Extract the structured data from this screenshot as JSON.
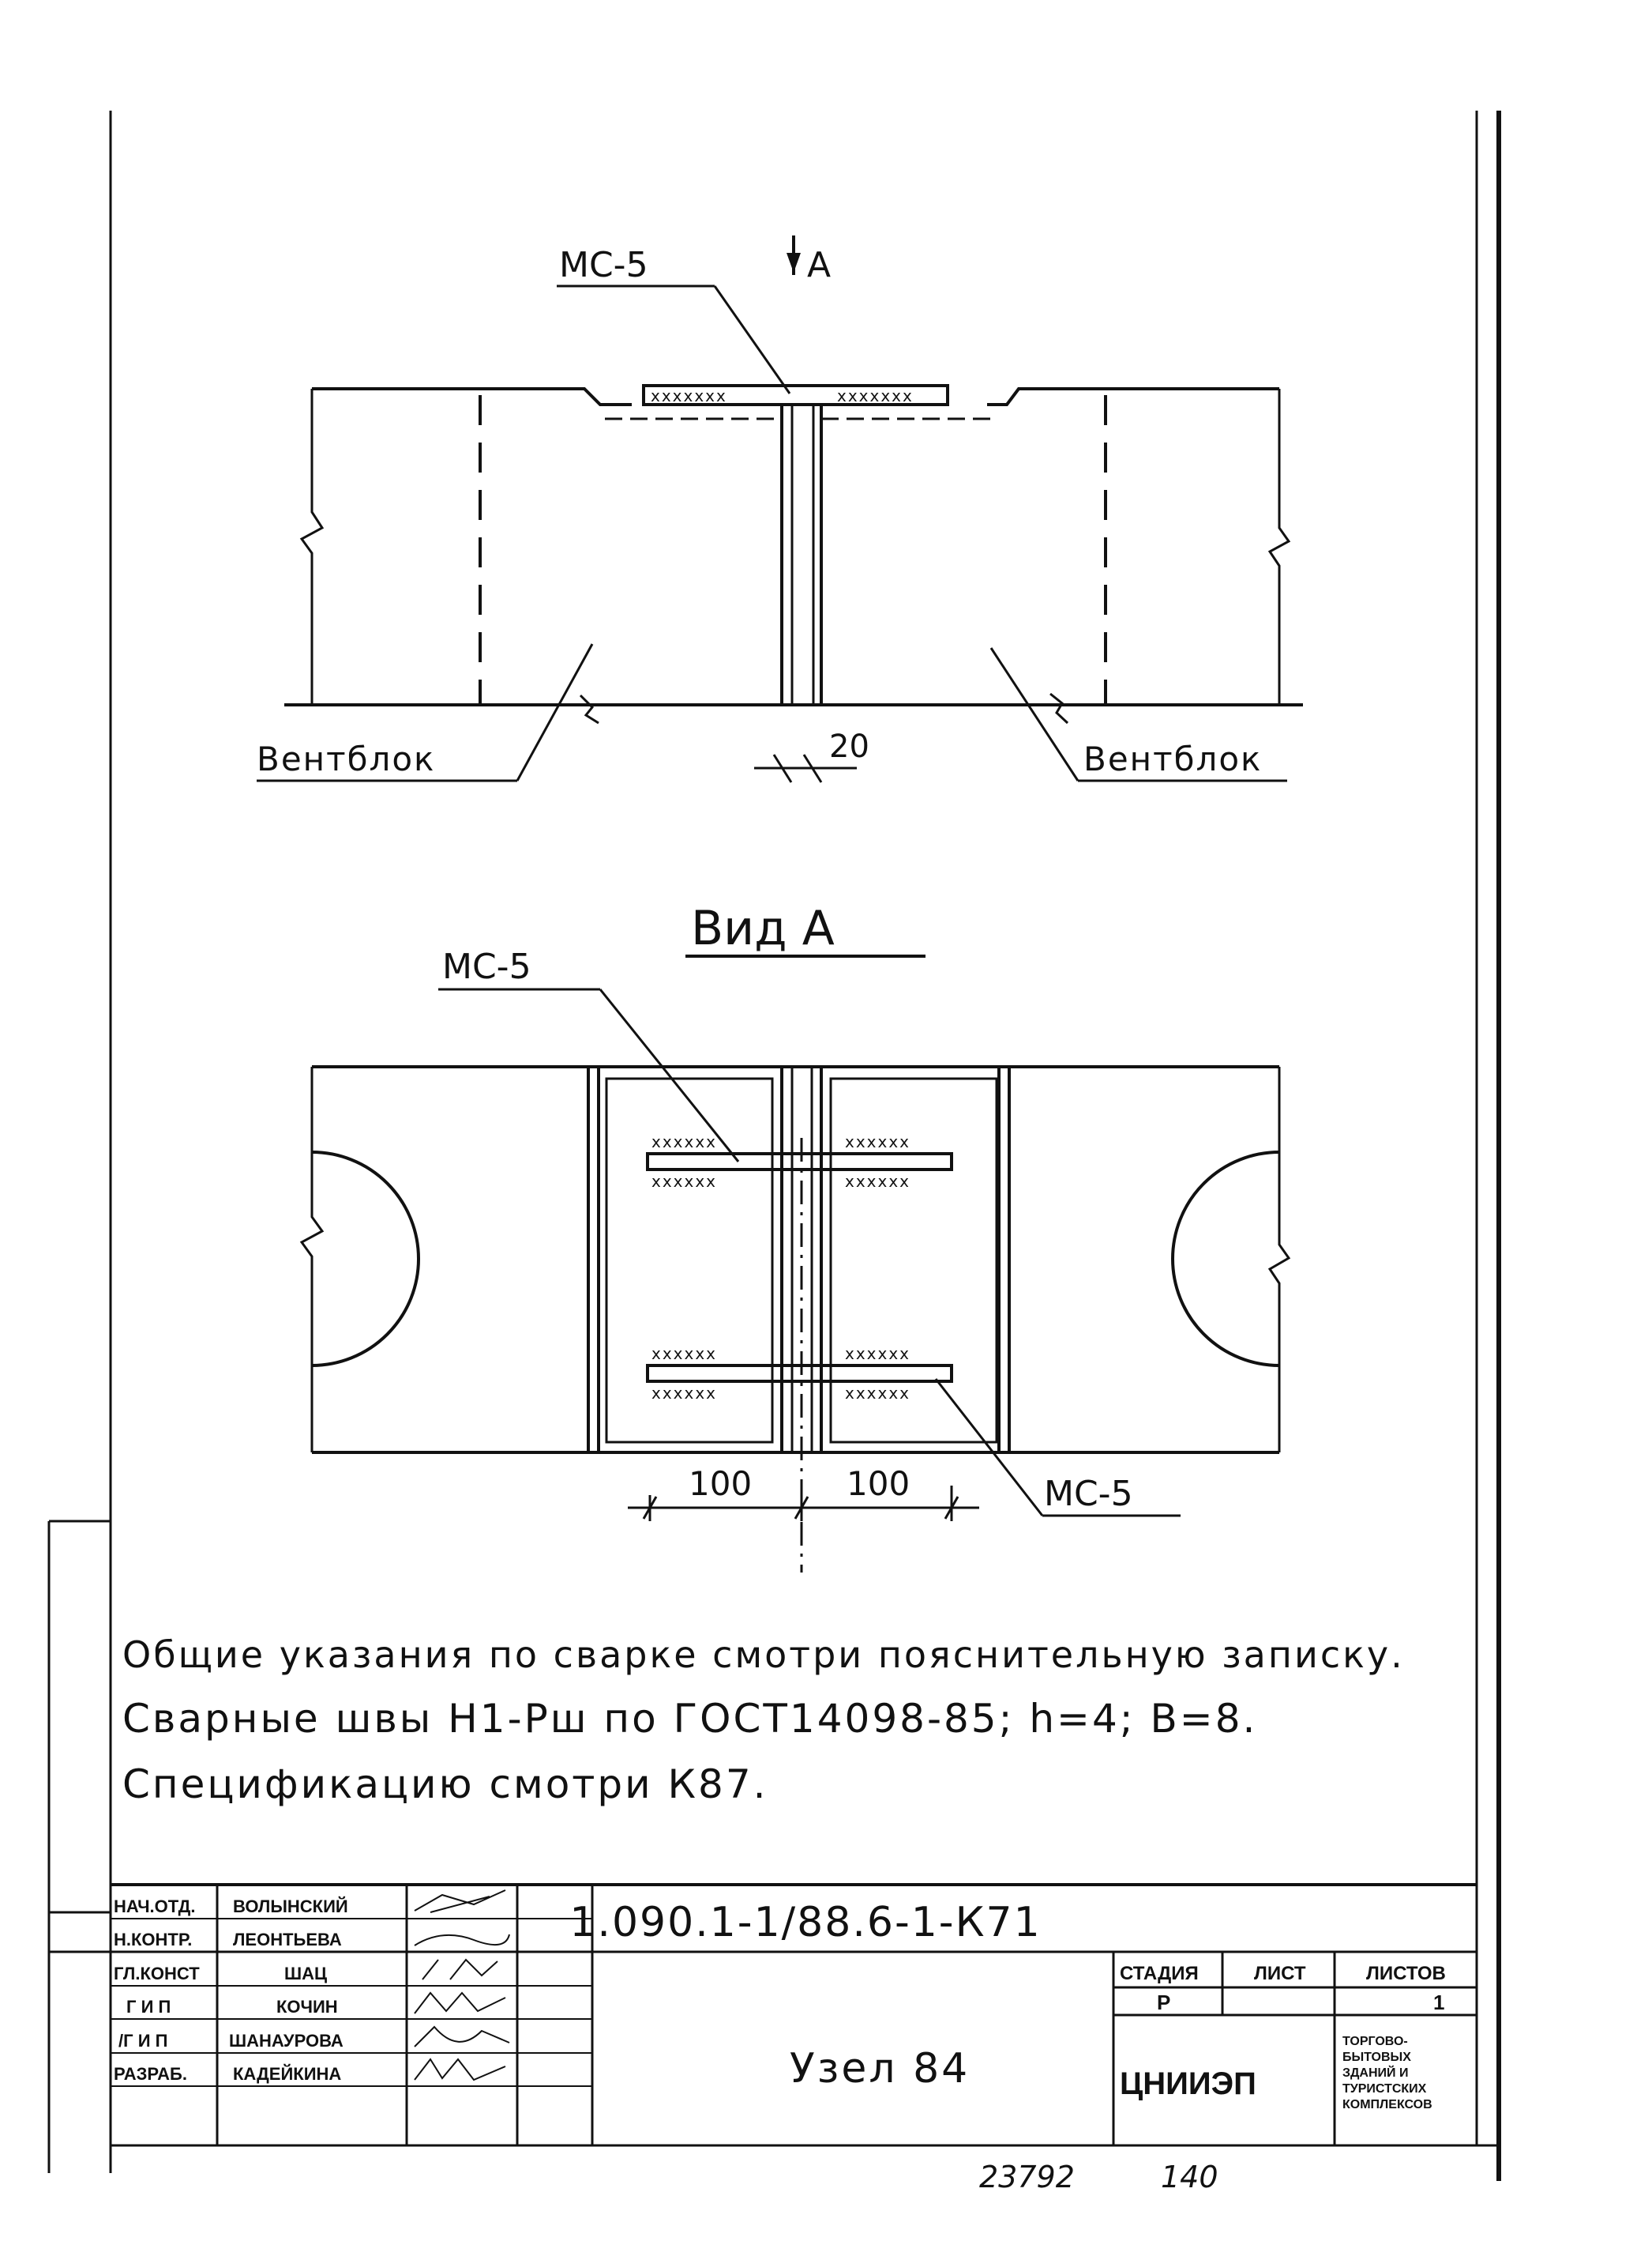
{
  "drawing": {
    "section_marker": "A",
    "top_view": {
      "callout_mc5": "МС-5",
      "left_label": "Вентблок",
      "right_label": "Вентблок",
      "gap_dim": "20"
    },
    "view_a": {
      "title": "Вид А",
      "callout_mc5_top": "МС-5",
      "callout_mc5_bottom": "МС-5",
      "dim_left": "100",
      "dim_right": "100"
    },
    "notes": [
      "Общие указания по сварке смотри пояснительную записку.",
      "Сварные швы Н1-Рш по ГОСТ14098-85; h=4; В=8.",
      "Спецификацию смотри К87."
    ]
  },
  "title_block": {
    "doc_code": "1.090.1-1/88.6-1-К71",
    "node_name": "Узел 84",
    "org": "ЦНИИЭП",
    "org_desc": [
      "ТОРГОВО-",
      "БЫТОВЫХ",
      "ЗДАНИЙ И",
      "ТУРИСТСКИХ",
      "КОМПЛЕКСОВ"
    ],
    "headers": {
      "stage": "СТАДИЯ",
      "sheet": "ЛИСТ",
      "sheets": "ЛИСТОВ"
    },
    "stage_value": "Р",
    "sheets_value": "1",
    "staff": [
      {
        "role": "НАЧ.ОТД.",
        "name": "ВОЛЫНСКИЙ"
      },
      {
        "role": "Н.КОНТР.",
        "name": "ЛЕОНТЬЕВА"
      },
      {
        "role": "ГЛ.КОНСТ",
        "name": "ШАЦ"
      },
      {
        "role": "Г И П",
        "name": "КОЧИН"
      },
      {
        "role": "/Г И П",
        "name": "ШАНАУРОВА"
      },
      {
        "role": "РАЗРАБ.",
        "name": "КАДЕЙКИНА"
      }
    ]
  },
  "footer": {
    "inventory_no": "23792",
    "page_no": "140"
  }
}
